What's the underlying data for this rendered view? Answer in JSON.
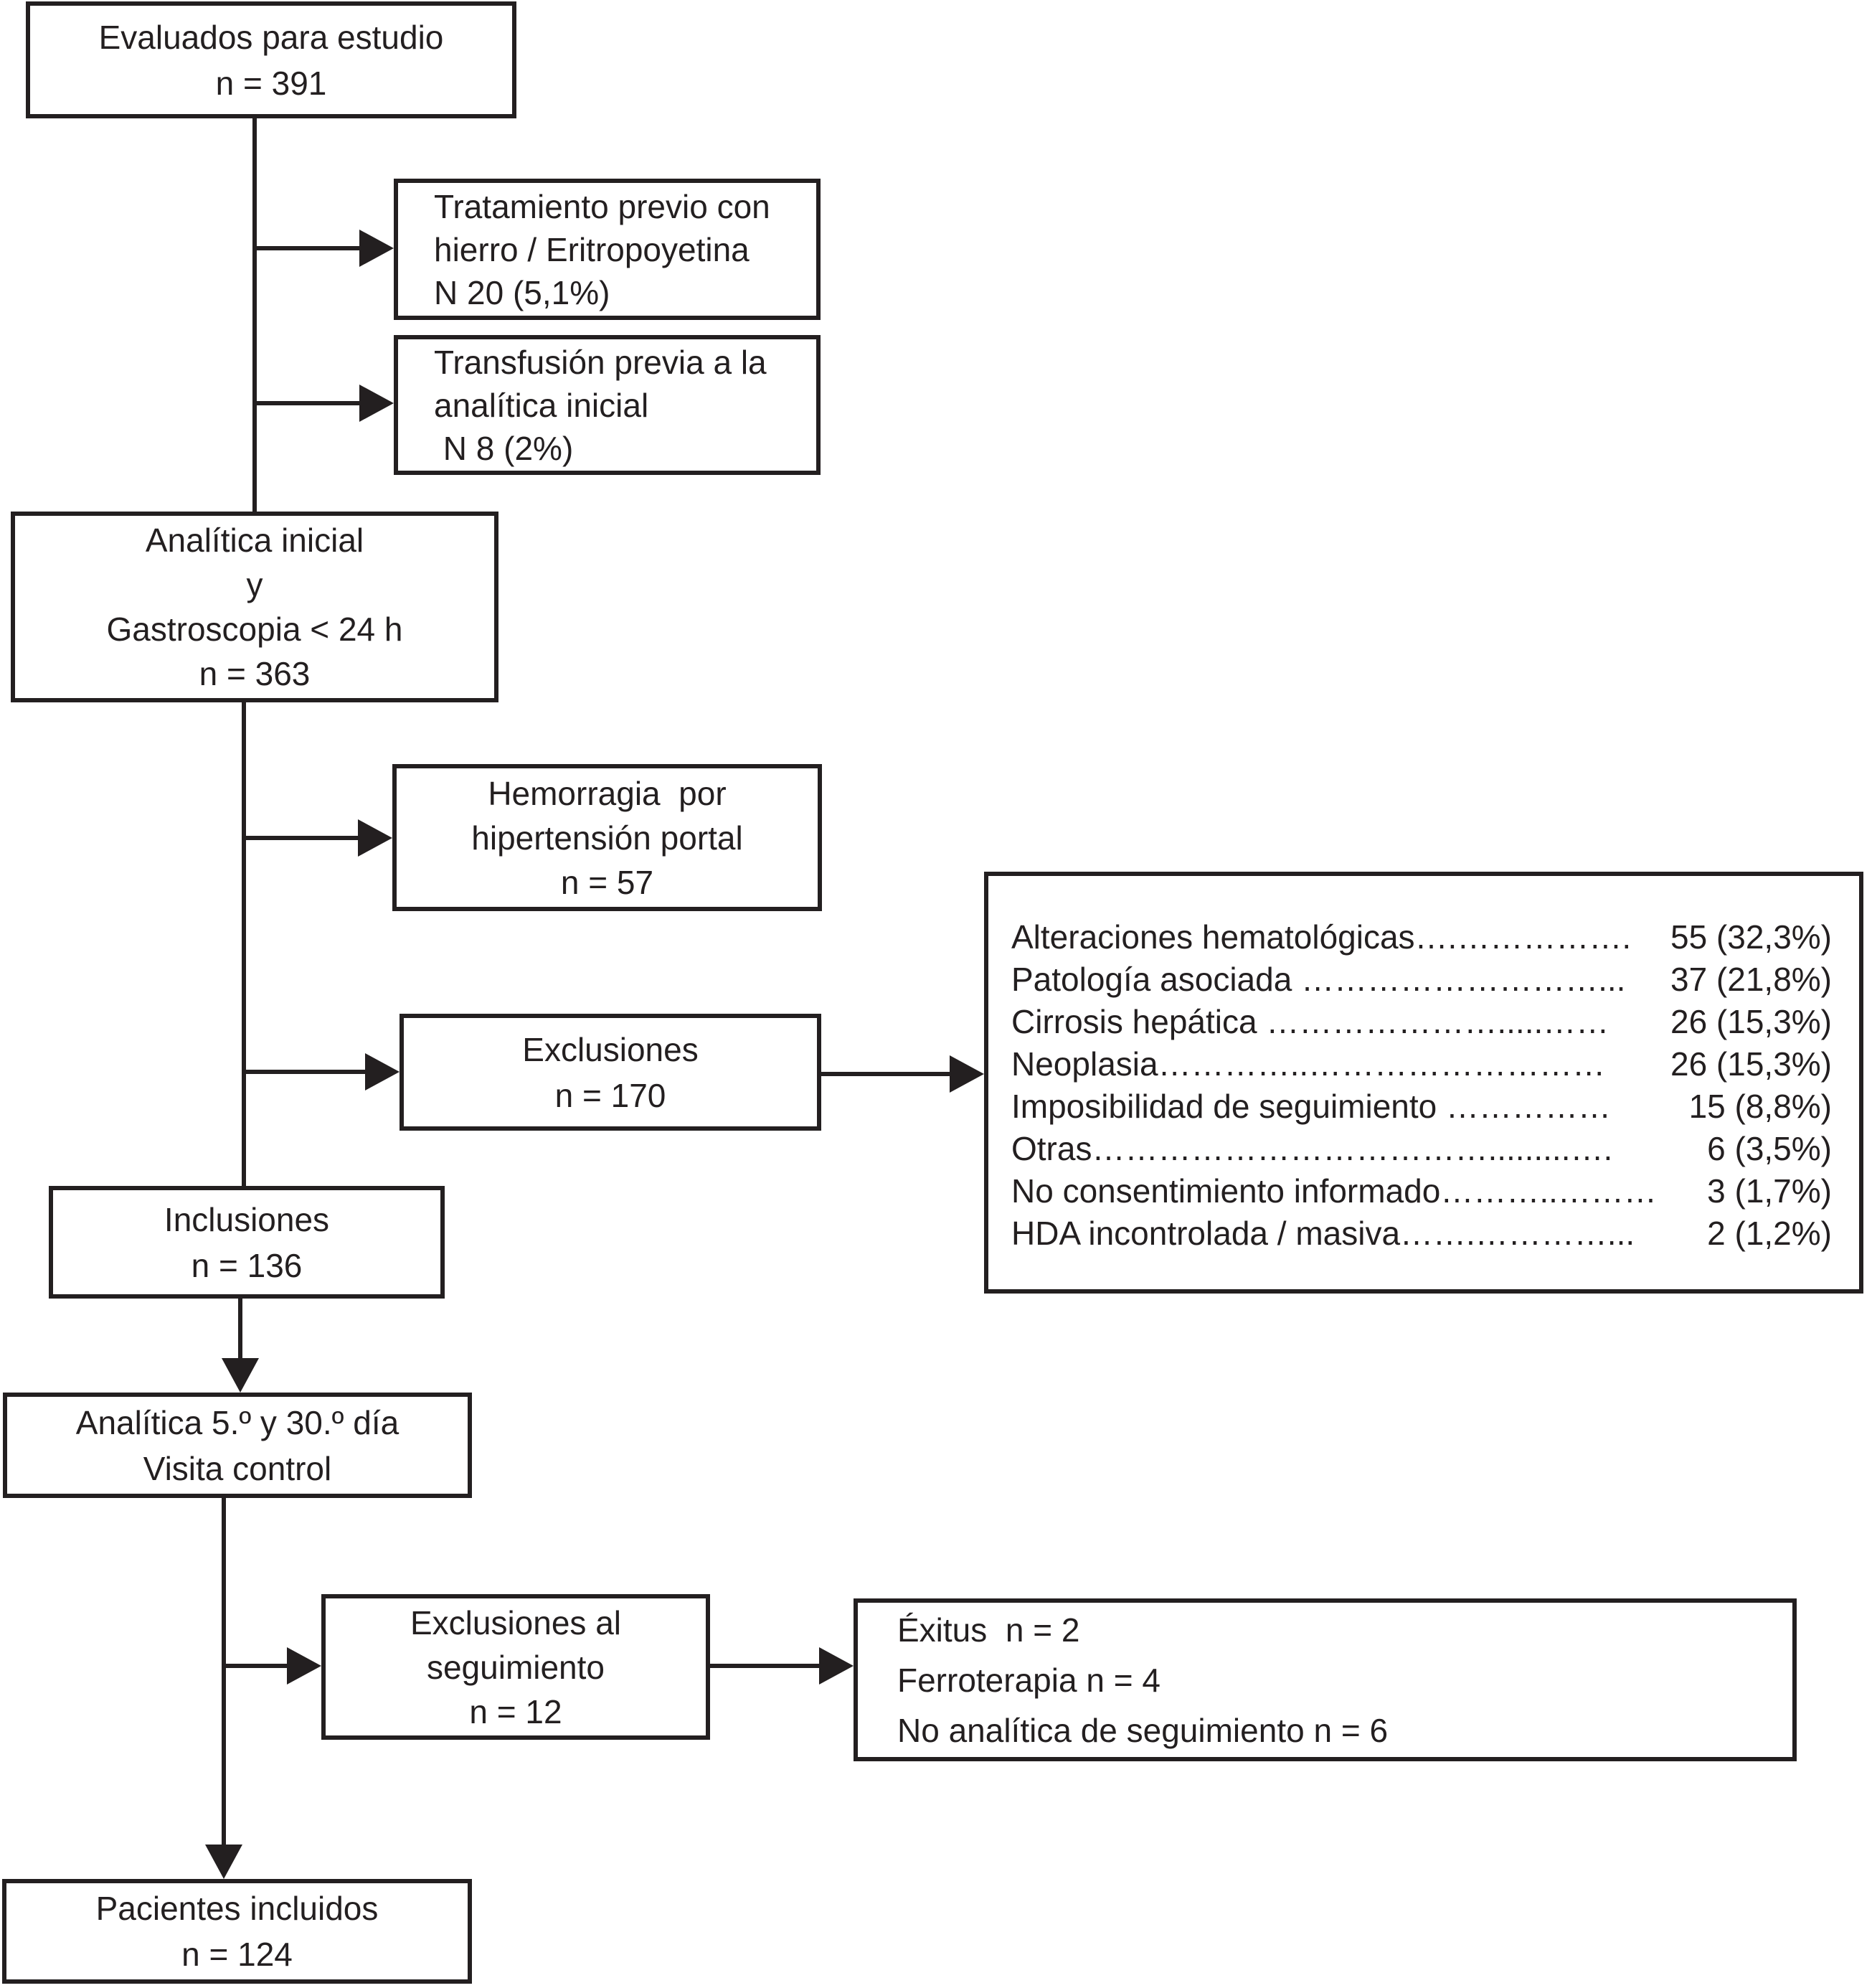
{
  "diagram": {
    "boxes": {
      "evaluados": {
        "lines": [
          "Evaluados para estudio",
          "n = 391"
        ]
      },
      "tratamiento_previo": {
        "lines": [
          "Tratamiento previo con",
          "hierro / Eritropoyetina",
          "N 20 (5,1%)"
        ]
      },
      "transfusion_previa": {
        "lines": [
          "Transfusión previa a la",
          "analítica inicial",
          " N 8 (2%)"
        ]
      },
      "analitica_inicial": {
        "lines": [
          "Analítica inicial",
          "y",
          "Gastroscopia < 24 h",
          "n = 363"
        ]
      },
      "hemorragia": {
        "lines": [
          "Hemorragia  por",
          "hipertensión portal",
          "n = 57"
        ]
      },
      "exclusiones": {
        "lines": [
          "Exclusiones",
          "n = 170"
        ]
      },
      "inclusiones": {
        "lines": [
          "Inclusiones",
          "n = 136"
        ]
      },
      "analitica_control": {
        "lines": [
          "Analítica 5.º y 30.º día",
          "Visita control"
        ]
      },
      "exclusiones_seguimiento": {
        "lines": [
          "Exclusiones al",
          "seguimiento",
          "n = 12"
        ]
      },
      "exitus": {
        "lines": [
          "Éxitus  n = 2",
          "Ferroterapia n = 4",
          "No analítica de seguimiento n = 6"
        ]
      },
      "pacientes_incluidos": {
        "lines": [
          "Pacientes incluidos",
          "n = 124"
        ]
      }
    },
    "exclusion_list": {
      "items": [
        {
          "label": "Alteraciones hematológicas….…………….",
          "value": "55 (32,3%)"
        },
        {
          "label": "Patología asociada ………………………...",
          "value": "37 (21,8%)"
        },
        {
          "label": "Cirrosis hepática ………………….....……",
          "value": "26 (15,3%)"
        },
        {
          "label": "Neoplasia…………..………………………",
          "value": "26 (15,3%)"
        },
        {
          "label": "Imposibilidad de seguimiento ……………",
          "value": "15 (8,8%)"
        },
        {
          "label": "Otras……………………………….........….",
          "value": "6 (3,5%)"
        },
        {
          "label": "No consentimiento informado………..………",
          "value": "3 (1,7%)"
        },
        {
          "label": "HDA incontrolada / masiva…….…………...",
          "value": "2 (1,2%)"
        }
      ]
    },
    "colors": {
      "line": "#231f20",
      "background": "#ffffff"
    }
  }
}
